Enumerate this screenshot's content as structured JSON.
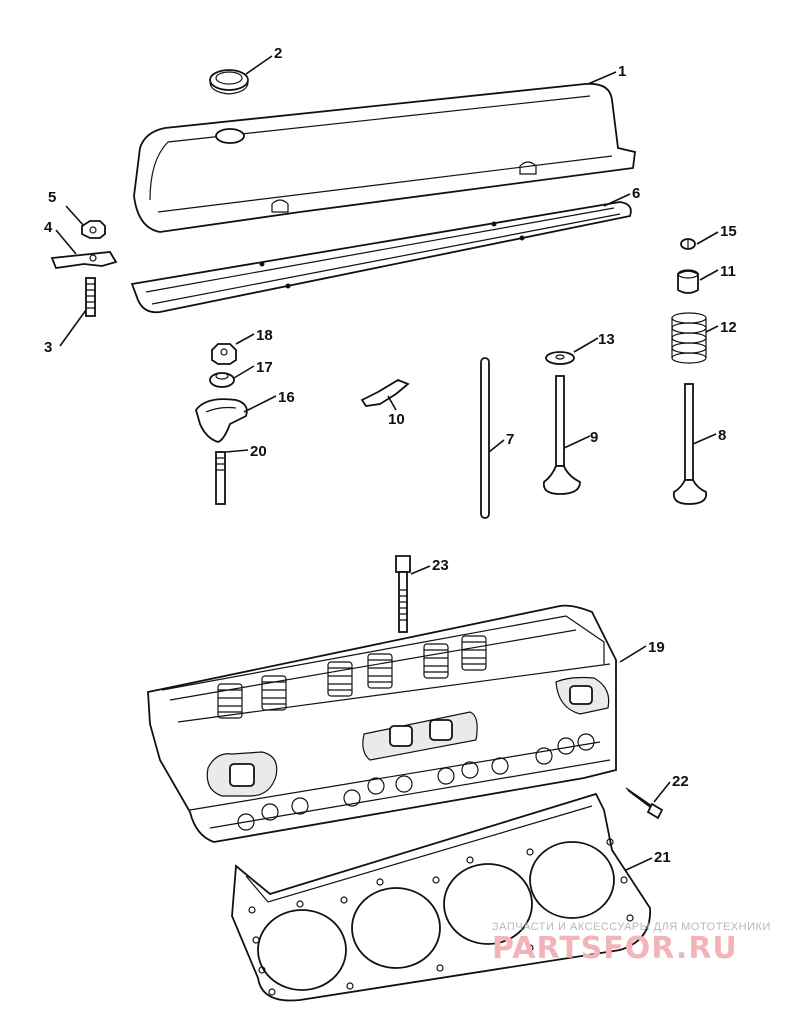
{
  "callouts": {
    "c1": "1",
    "c2": "2",
    "c3": "3",
    "c4": "4",
    "c5": "5",
    "c6": "6",
    "c7": "7",
    "c8": "8",
    "c9": "9",
    "c10": "10",
    "c11": "11",
    "c12": "12",
    "c13": "13",
    "c15": "15",
    "c16": "16",
    "c17": "17",
    "c18": "18",
    "c19": "19",
    "c20": "20",
    "c21": "21",
    "c22": "22",
    "c23": "23"
  },
  "watermark": {
    "tagline": "ЗАПЧАСТИ И АКСЕССУАРЫ ДЛЯ МОТОТЕХНИКИ",
    "brand": "PARTSFOR.RU",
    "color": "#f2b4b8"
  }
}
